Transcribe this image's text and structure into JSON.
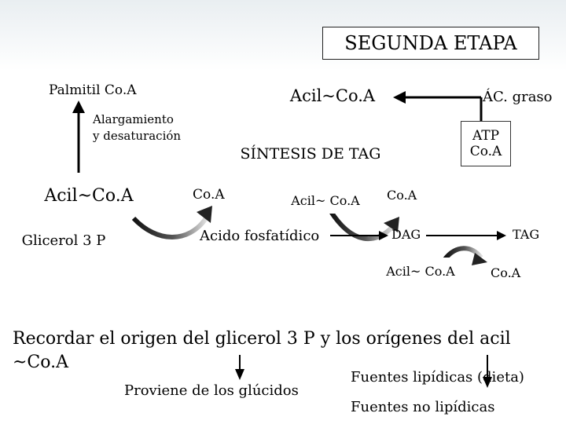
{
  "title": "SEGUNDA ETAPA",
  "nodes": {
    "palmitil": "Palmitil Co.A",
    "acil_top": "Acil~Co.A",
    "ac_graso": "ÁC. graso",
    "alargamiento_1": "Alargamiento",
    "alargamiento_2": "y desaturación",
    "atp_1": "ATP",
    "atp_2": "Co.A",
    "sintesis": "SÍNTESIS DE TAG",
    "acil_left": "Acil~Co.A",
    "coa_1": "Co.A",
    "acil_mid": "Acil~ Co.A",
    "coa_2": "Co.A",
    "glicerol": "Glicerol 3 P",
    "acido": "Acido fosfatídico",
    "dag": "DAG",
    "tag": "TAG",
    "acil_low": "Acil~ Co.A",
    "coa_3": "Co.A"
  },
  "bottom": {
    "recordar_1": "Recordar el origen del glicerol 3 P y los orígenes del acil",
    "recordar_2": "~Co.A",
    "proviene": "Proviene de los glúcidos",
    "fuentes_lip": "Fuentes lipídicas (dieta)",
    "fuentes_no": "Fuentes no lipídicas"
  },
  "colors": {
    "arrow": "#000000",
    "curved_arrow_dark": "#111111",
    "curved_arrow_light": "#cfcfcf"
  }
}
